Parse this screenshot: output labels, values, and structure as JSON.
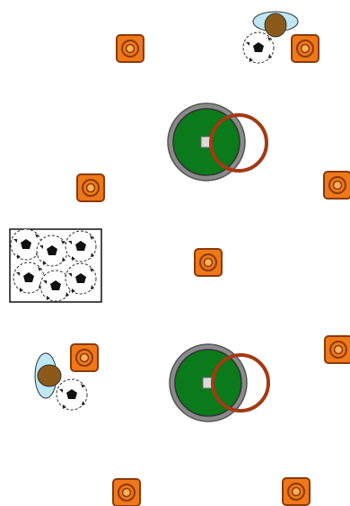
{
  "diagram": {
    "kind": "soccer drill setup",
    "elements": [
      {
        "name": "cone",
        "count": 9
      },
      {
        "name": "goal-circle",
        "count": 2
      },
      {
        "name": "player-top",
        "count": 1
      },
      {
        "name": "player-left",
        "count": 1
      },
      {
        "name": "ball",
        "count": 2
      },
      {
        "name": "ball-rack",
        "count": 1
      }
    ]
  },
  "colors": {
    "cone_fill": "#f07818",
    "cone_border": "#8a3a0a",
    "goal_green": "#0a7a1a",
    "goal_ring": "#7a7a7a",
    "target_ring": "#a33a12",
    "player_body": "#8b5a1a",
    "player_halo": "#bfe8f5"
  }
}
